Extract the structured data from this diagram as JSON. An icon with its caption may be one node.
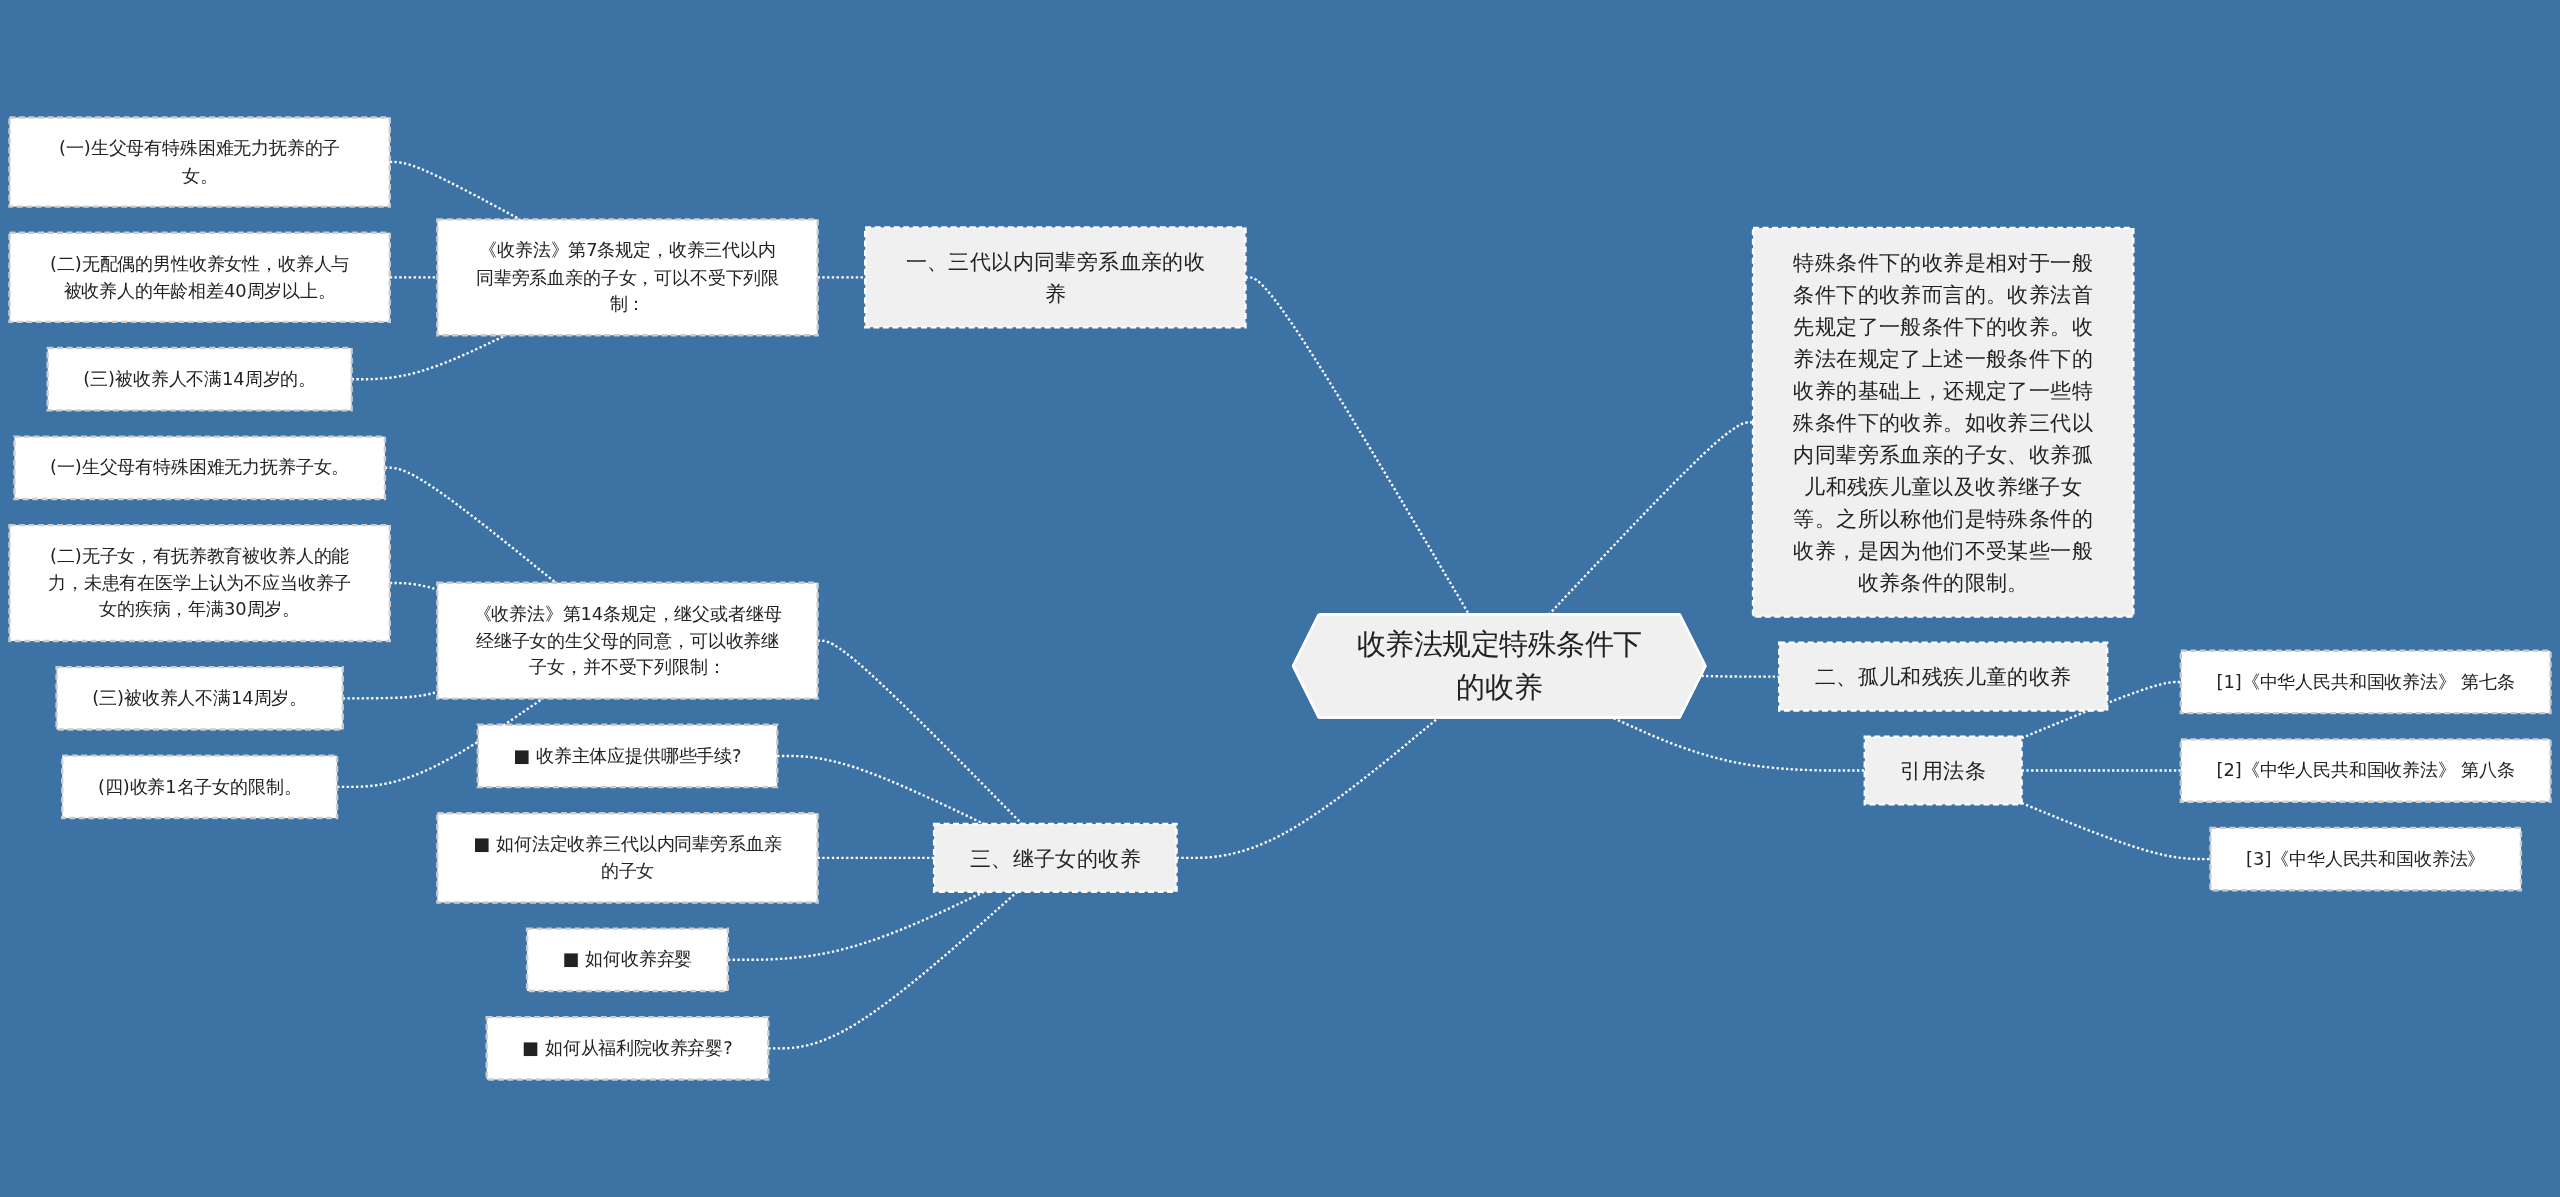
{
  "diagram": {
    "nodes": [
      {
        "text": [
          "收养法规定特殊条件下的收养"
        ]
      },
      {
        "text": [
          "一、三代以内同辈旁系血亲的收养"
        ]
      },
      {
        "text": [
          "《收养法》第7条规定，收养三代以内同辈旁系血亲的子女，可以不受下列限制："
        ]
      },
      {
        "text": [
          "(一)生父母有特殊困难无力抚养的子女。"
        ]
      },
      {
        "text": [
          "(二)无配偶的男性收养女性，收养人与被收养人的年龄相差40周岁以上。"
        ]
      },
      {
        "text": [
          "(三)被收养人不满14周岁的。"
        ]
      },
      {
        "text": [
          "三、继子女的收养"
        ]
      },
      {
        "text": [
          "《收养法》第14条规定，继父或者继母经继子女的生父母的同意，可以收养继子女，并不受下列限制："
        ]
      },
      {
        "text": [
          "(一)生父母有特殊困难无力抚养子女。"
        ]
      },
      {
        "text": [
          "(二)无子女，有抚养教育被收养人的能力，未患有在医学上认为不应当收养子女的疾病，年满30周岁。"
        ]
      },
      {
        "text": [
          "(三)被收养人不满14周岁。"
        ]
      },
      {
        "text": [
          "(四)收养1名子女的限制。"
        ]
      },
      {
        "text": [
          "■ 收养主体应提供哪些手续?"
        ]
      },
      {
        "text": [
          "■ 如何法定收养三代以内同辈旁系血亲的子女"
        ]
      },
      {
        "text": [
          "■ 如何收养弃婴"
        ]
      },
      {
        "text": [
          "■ 如何从福利院收养弃婴?"
        ]
      },
      {
        "text": [
          "特殊条件下的收养是相对于一般条件下的收养而言的。收养法首先规定了一般条件下的收养。收养法在规定了上述一般条件下的收养的基础上，还规定了一些特殊条件下的收养。如收养三代以内同辈旁系血亲的子女、收养孤儿和残疾儿童以及收养继子女等。之所以称他们是特殊条件的收养，是因为他们不受某些一般收养条件的限制。"
        ]
      },
      {
        "text": [
          "二、孤儿和残疾儿童的收养"
        ]
      },
      {
        "text": [
          "引用法条"
        ]
      },
      {
        "text": [
          "[1]《中华人民共和国收养法》 第七条"
        ]
      },
      {
        "text": [
          "[2]《中华人民共和国收养法》 第八条"
        ]
      },
      {
        "text": [
          "[3]《中华人民共和国收养法》"
        ]
      }
    ],
    "edges": [
      {
        "from": 0,
        "to": 1,
        "arrow": "none",
        "style": "dashed"
      },
      {
        "from": 1,
        "to": 2,
        "arrow": "none",
        "style": "dashed"
      },
      {
        "from": 2,
        "to": 3,
        "arrow": "none",
        "style": "dashed"
      },
      {
        "from": 2,
        "to": 4,
        "arrow": "none",
        "style": "dashed"
      },
      {
        "from": 2,
        "to": 5,
        "arrow": "none",
        "style": "dashed"
      },
      {
        "from": 0,
        "to": 6,
        "arrow": "none",
        "style": "dashed"
      },
      {
        "from": 6,
        "to": 7,
        "arrow": "none",
        "style": "dashed"
      },
      {
        "from": 7,
        "to": 8,
        "arrow": "none",
        "style": "dashed"
      },
      {
        "from": 7,
        "to": 9,
        "arrow": "none",
        "style": "dashed"
      },
      {
        "from": 7,
        "to": 10,
        "arrow": "none",
        "style": "dashed"
      },
      {
        "from": 7,
        "to": 11,
        "arrow": "none",
        "style": "dashed"
      },
      {
        "from": 6,
        "to": 12,
        "arrow": "none",
        "style": "dashed"
      },
      {
        "from": 6,
        "to": 13,
        "arrow": "none",
        "style": "dashed"
      },
      {
        "from": 6,
        "to": 14,
        "arrow": "none",
        "style": "dashed"
      },
      {
        "from": 6,
        "to": 15,
        "arrow": "none",
        "style": "dashed"
      },
      {
        "from": 0,
        "to": 16,
        "arrow": "none",
        "style": "dashed"
      },
      {
        "from": 0,
        "to": 17,
        "arrow": "none",
        "style": "dashed"
      },
      {
        "from": 0,
        "to": 18,
        "arrow": "none",
        "style": "dashed"
      },
      {
        "from": 18,
        "to": 19,
        "arrow": "none",
        "style": "dashed"
      },
      {
        "from": 18,
        "to": 20,
        "arrow": "none",
        "style": "dashed"
      },
      {
        "from": 18,
        "to": 21,
        "arrow": "none",
        "style": "dashed"
      }
    ]
  }
}
